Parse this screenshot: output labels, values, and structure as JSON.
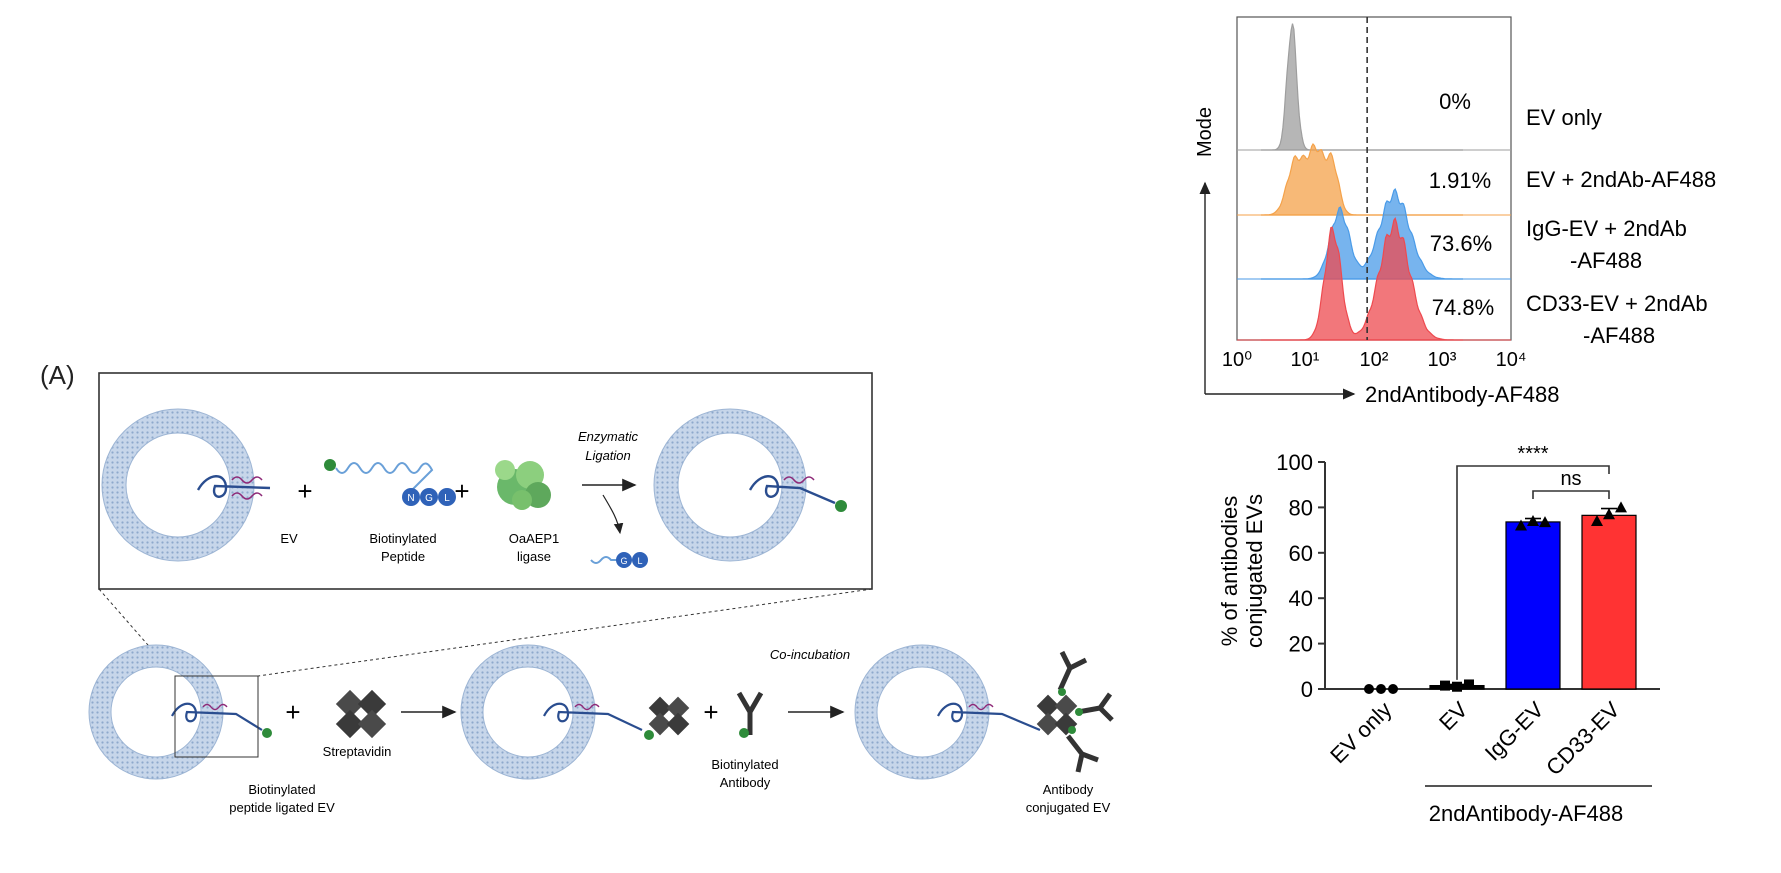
{
  "panel_label": "(A)",
  "schematic": {
    "inset": {
      "ev_label": "EV",
      "peptide_label_1": "Biotinylated",
      "peptide_label_2": "Peptide",
      "peptide_letters": [
        "N",
        "G",
        "L"
      ],
      "ligase_label_1": "OaAEP1",
      "ligase_label_2": "ligase",
      "step_label_1": "Enzymatic",
      "step_label_2": "Ligation",
      "byproduct_letters": [
        "G",
        "L"
      ]
    },
    "bottom": {
      "ev_label_1": "Biotinylated",
      "ev_label_2": "peptide ligated EV",
      "streptavidin_label": "Streptavidin",
      "antibody_label_1": "Biotinylated",
      "antibody_label_2": "Antibody",
      "step_label": "Co-incubation",
      "final_label_1": "Antibody",
      "final_label_2": "conjugated EV"
    }
  },
  "histogram": {
    "y_label": "Mode",
    "x_label": "2ndAntibody-AF488",
    "x_ticks": [
      "10⁰",
      "10¹",
      "10²",
      "10³",
      "10⁴"
    ],
    "gate_x_log": 1.9,
    "rows": [
      {
        "percent": "0%",
        "label_1": "EV only",
        "label_2": "",
        "color": "#9e9e9e"
      },
      {
        "percent": "1.91%",
        "label_1": "EV + 2ndAb-AF488",
        "label_2": "",
        "color": "#f4a24a"
      },
      {
        "percent": "73.6%",
        "label_1": "IgG-EV + 2ndAb",
        "label_2": "-AF488",
        "color": "#4a9be8"
      },
      {
        "percent": "74.8%",
        "label_1": "CD33-EV + 2ndAb",
        "label_2": "-AF488",
        "color": "#ee4a4f"
      }
    ]
  },
  "chart_data": {
    "type": "bar",
    "ylabel": "% of antibodies conjugated EVs",
    "ylim": [
      0,
      100
    ],
    "y_ticks": [
      0,
      20,
      40,
      60,
      80,
      100
    ],
    "categories": [
      "EV only",
      "EV",
      "IgG-EV",
      "CD33-EV"
    ],
    "values": [
      0,
      1.5,
      73.6,
      76.5
    ],
    "errors": [
      0,
      0.5,
      1.5,
      3
    ],
    "bar_colors": [
      "#000000",
      "#000000",
      "#0000ff",
      "#ff3333"
    ],
    "points": [
      [
        0,
        0,
        0
      ],
      [
        1.5,
        1,
        2
      ],
      [
        72,
        74,
        73.5
      ],
      [
        74,
        77,
        80
      ]
    ],
    "group_label": "2ndAntibody-AF488",
    "significance": [
      {
        "from": 1,
        "to": 3,
        "label": "****"
      },
      {
        "from": 2,
        "to": 3,
        "label": "ns"
      }
    ]
  }
}
